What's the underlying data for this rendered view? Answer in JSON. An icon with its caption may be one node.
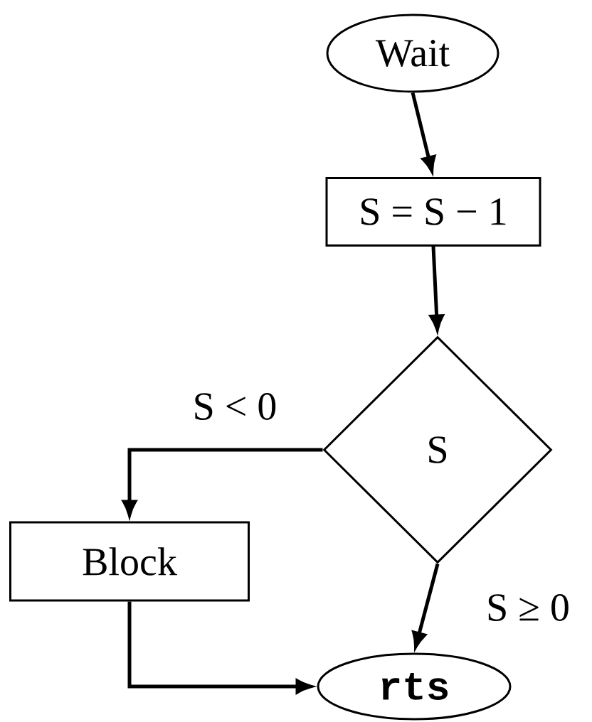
{
  "diagram": {
    "nodes": [
      {
        "text": [
          "Wait"
        ]
      },
      {
        "text": [
          "S = S − 1"
        ]
      },
      {
        "text": [
          "S"
        ]
      },
      {
        "text": [
          "Block"
        ]
      },
      {
        "text": [
          "rts"
        ]
      }
    ],
    "edges": [
      {
        "from": 0,
        "to": 1,
        "arrow": "to"
      },
      {
        "from": 1,
        "to": 2,
        "arrow": "to"
      },
      {
        "from": 2,
        "to": 3,
        "arrow": "to",
        "label": "S < 0"
      },
      {
        "from": 2,
        "to": 4,
        "arrow": "to",
        "label": "S ≥ 0"
      },
      {
        "from": 3,
        "to": 4,
        "arrow": "to"
      }
    ]
  }
}
